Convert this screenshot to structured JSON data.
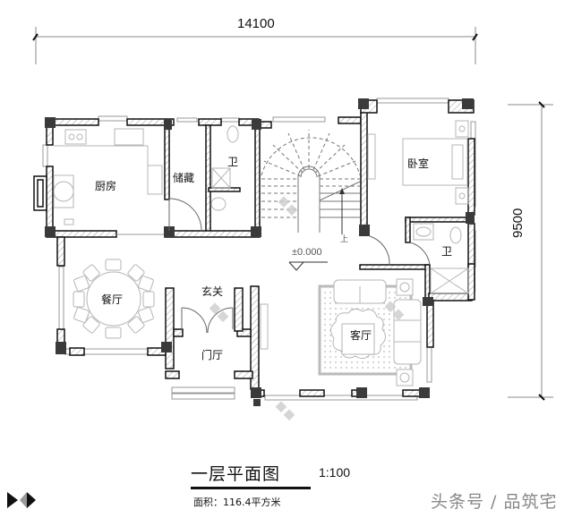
{
  "drawing": {
    "title": "一层平面图",
    "scale": "1:100",
    "area_label": "面积：116.4平方米",
    "watermark": "头条号 / 品筑宅",
    "elevation_mark": "±0.000",
    "stair_up_label": "上"
  },
  "dimensions": {
    "width": "14100",
    "height": "9500"
  },
  "rooms": [
    {
      "id": "kitchen",
      "label": "厨房"
    },
    {
      "id": "storage",
      "label": "储藏"
    },
    {
      "id": "bath-1",
      "label": "卫"
    },
    {
      "id": "bedroom",
      "label": "卧室"
    },
    {
      "id": "bath-2",
      "label": "卫"
    },
    {
      "id": "dining",
      "label": "餐厅"
    },
    {
      "id": "foyer",
      "label": "玄关"
    },
    {
      "id": "entry-hall",
      "label": "门厅"
    },
    {
      "id": "living",
      "label": "客厅"
    }
  ],
  "colors": {
    "wall": "#111111",
    "column": "#3a3a3a",
    "hatch": "#9a9a9a",
    "furniture": "#b5b5b5",
    "dimension_line": "#888888",
    "watermark": "#888888"
  }
}
